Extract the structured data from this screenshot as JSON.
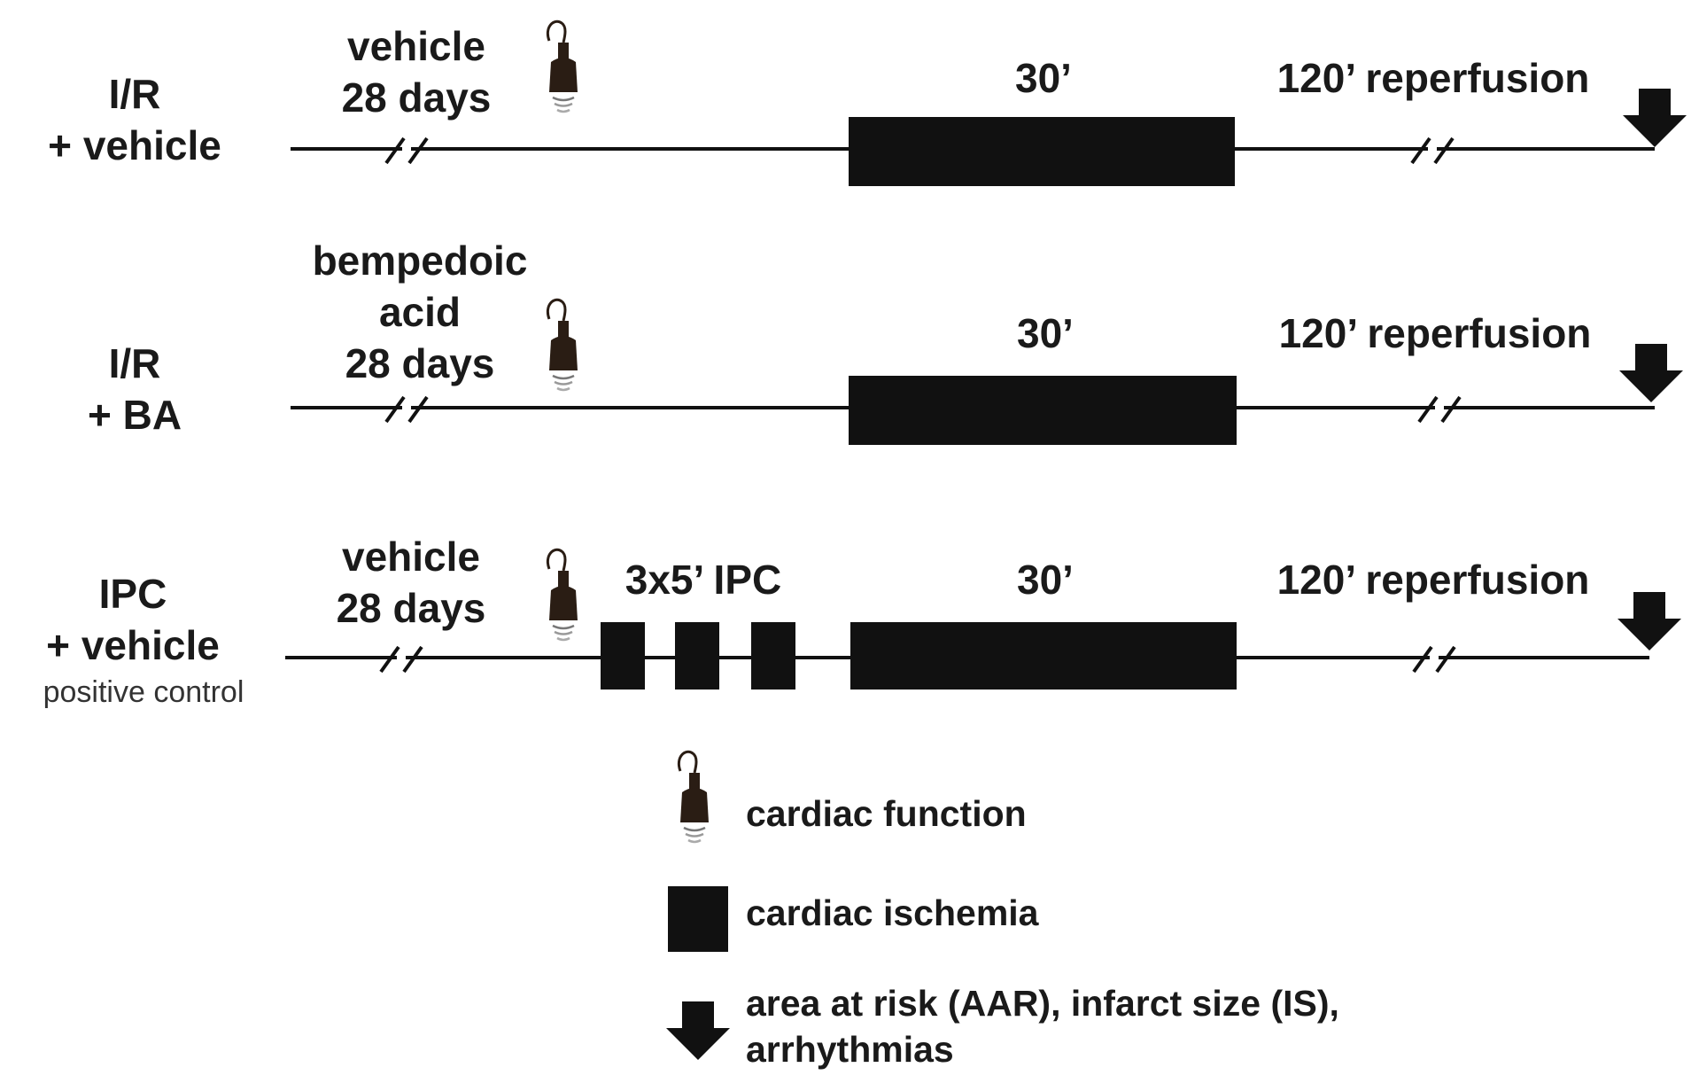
{
  "colors": {
    "ink": "#111111",
    "probe": "#2a1d14",
    "text": "#1a1a1a"
  },
  "groups": [
    {
      "label_line1": "I/R",
      "label_line2": "+ vehicle",
      "treatment_lines": [
        "vehicle",
        "28 days"
      ],
      "ischemia_label": "30’",
      "reperfusion_label": "120’ reperfusion"
    },
    {
      "label_line1": "I/R",
      "label_line2": "+ BA",
      "treatment_lines": [
        "bempedoic",
        "acid",
        "28 days"
      ],
      "ischemia_label": "30’",
      "reperfusion_label": "120’ reperfusion"
    },
    {
      "label_line1": "IPC",
      "label_line2": "+ vehicle",
      "label_note": "positive control",
      "treatment_lines": [
        "vehicle",
        "28 days"
      ],
      "preconditioning_label": "3x5’ IPC",
      "ischemia_label": "30’",
      "reperfusion_label": "120’ reperfusion"
    }
  ],
  "legend": {
    "cardiac_function": "cardiac function",
    "cardiac_ischemia": "cardiac ischemia",
    "endpoints_line1": "area at risk (AAR), infarct size (IS),",
    "endpoints_line2": "arrhythmias"
  }
}
